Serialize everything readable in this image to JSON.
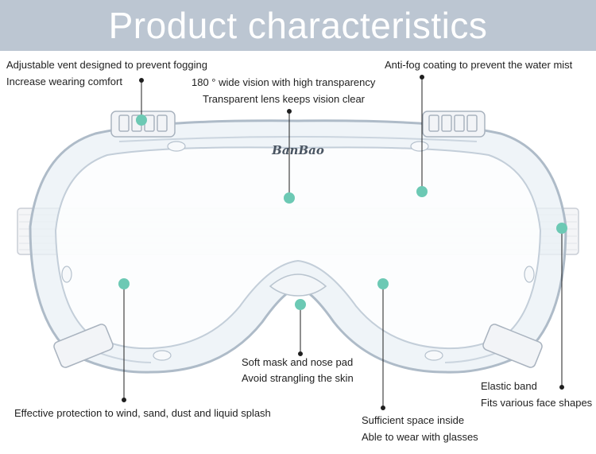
{
  "title": "Product characteristics",
  "brand_logo": "BanBao",
  "accent_color": "#6cc9b4",
  "callouts": [
    {
      "name": "vent",
      "lines": [
        "Adjustable vent designed to prevent fogging",
        "Increase wearing comfort"
      ]
    },
    {
      "name": "antifog",
      "lines": [
        "Anti-fog coating to prevent the water mist"
      ]
    },
    {
      "name": "vision",
      "lines": [
        "180 ° wide vision with high transparency",
        "Transparent lens keeps vision clear"
      ]
    },
    {
      "name": "mask",
      "lines": [
        "Soft mask and nose pad",
        "Avoid strangling the skin"
      ]
    },
    {
      "name": "band",
      "lines": [
        "Elastic band",
        "Fits various face shapes"
      ]
    },
    {
      "name": "protection",
      "lines": [
        "Effective protection to wind, sand, dust and liquid splash"
      ]
    },
    {
      "name": "space",
      "lines": [
        "Sufficient space inside",
        "Able to wear with glasses"
      ]
    }
  ]
}
